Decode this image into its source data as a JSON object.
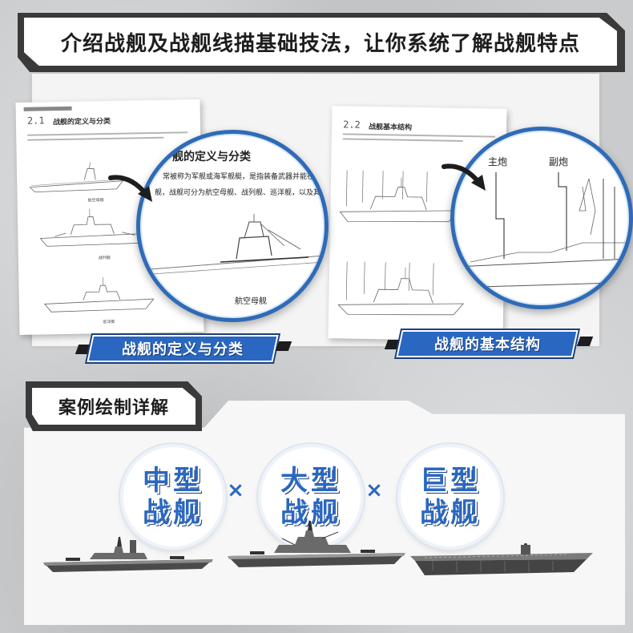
{
  "top_banner": {
    "text": "介绍战舰及战舰线描基础技法，让你系统了解战舰特点"
  },
  "left_page": {
    "section_number": "2.1",
    "section_title": "战舰的定义与分类",
    "captions": [
      "航空母舰",
      "战列舰",
      "巡洋舰"
    ]
  },
  "left_magnifier": {
    "title": "舰的定义与分类",
    "line1": "常被称为军舰或海军舰艇，是指装备武器并能在海洋上",
    "line2": "舰，战舰可分为航空母舰、战列舰、巡洋舰，以及其他",
    "caption": "航空母舰"
  },
  "right_page": {
    "section_number": "2.2",
    "section_title": "战舰基本结构"
  },
  "right_magnifier": {
    "label_main": "主炮",
    "label_secondary": "副炮"
  },
  "blue_labels": {
    "left": "战舰的定义与分类",
    "right": "战舰的基本结构"
  },
  "case_banner": {
    "text": "案例绘制详解"
  },
  "ship_types": [
    {
      "line1": "中型",
      "line2": "战舰"
    },
    {
      "line1": "大型",
      "line2": "战舰"
    },
    {
      "line1": "巨型",
      "line2": "战舰"
    }
  ],
  "separator_symbol": "×",
  "colors": {
    "accent_blue": "#2a67c0",
    "dark_banner": "#3a3a3a",
    "background_gray": "#c9cbcd"
  }
}
